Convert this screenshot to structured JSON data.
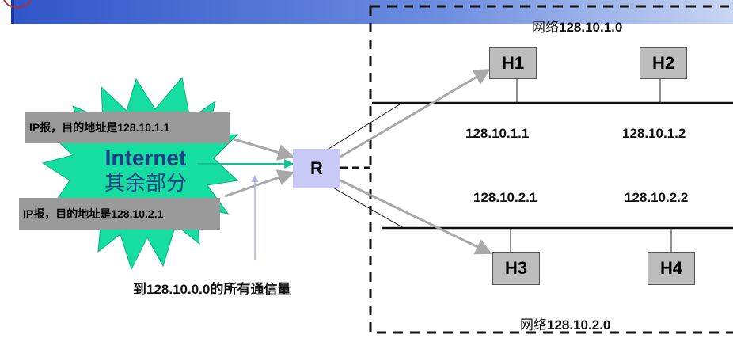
{
  "network_top": {
    "label": "网络",
    "address": "128.10.1.0"
  },
  "network_bottom": {
    "label": "网络",
    "address": "128.10.2.0"
  },
  "hosts": {
    "h1": "H1",
    "h2": "H2",
    "h3": "H3",
    "h4": "H4"
  },
  "router": {
    "label": "R"
  },
  "addresses": {
    "h1": "128.10.1.1",
    "h2": "128.10.1.2",
    "h3": "128.10.2.1",
    "h4": "128.10.2.2"
  },
  "packets": {
    "top": "IP报，目的地址是128.10.1.1",
    "bottom": "IP报，目的地址是128.10.2.1"
  },
  "internet": {
    "line1": "Internet",
    "line2": "其余部分"
  },
  "traffic_note": "到128.10.0.0的所有通信量",
  "colors": {
    "header_bar": "#4a6fd0",
    "burst": "#15dea0",
    "router_fill": "#c9c9f5",
    "host_fill": "#bdbdbd",
    "ip_box": "#9a9a9a",
    "arrow": "#b0b0b0",
    "up_arrow": "#c8c8ef",
    "logo_ring": "#b03030"
  }
}
